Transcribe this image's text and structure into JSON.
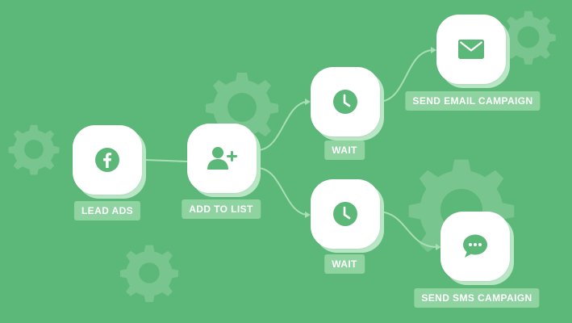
{
  "colors": {
    "background": "#5cb878",
    "icon_green": "#5cb878",
    "gear": "#79c58f",
    "node_shadow": "#b9e7c5",
    "label_bg": "#8fd3a1",
    "connector": "#a8dfb6"
  },
  "nodes": [
    {
      "id": "lead-ads",
      "icon": "facebook-icon",
      "label": "LEAD ADS"
    },
    {
      "id": "add-to-list",
      "icon": "add-user-icon",
      "label": "ADD TO LIST"
    },
    {
      "id": "wait-top",
      "icon": "clock-icon",
      "label": "WAIT"
    },
    {
      "id": "wait-bottom",
      "icon": "clock-icon",
      "label": "WAIT"
    },
    {
      "id": "send-email",
      "icon": "envelope-icon",
      "label": "SEND EMAIL CAMPAIGN"
    },
    {
      "id": "send-sms",
      "icon": "chat-bubble-icon",
      "label": "SEND SMS CAMPAIGN"
    }
  ],
  "edges": [
    {
      "from": "lead-ads",
      "to": "add-to-list"
    },
    {
      "from": "add-to-list",
      "to": "wait-top"
    },
    {
      "from": "add-to-list",
      "to": "wait-bottom"
    },
    {
      "from": "wait-top",
      "to": "send-email"
    },
    {
      "from": "wait-bottom",
      "to": "send-sms"
    }
  ]
}
